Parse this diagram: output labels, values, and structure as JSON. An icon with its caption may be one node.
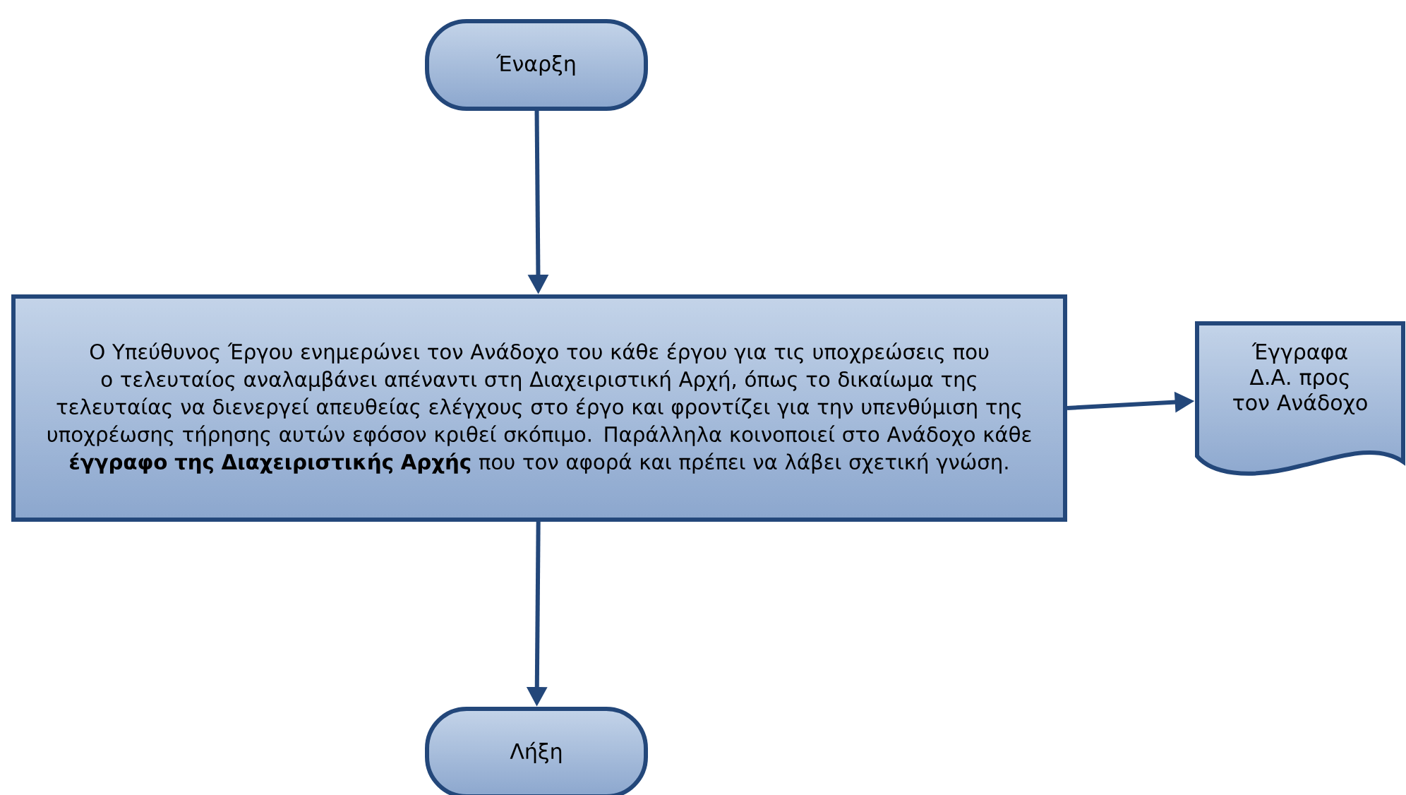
{
  "diagram": {
    "nodes": [
      {
        "text": [
          "Έναρξη"
        ]
      },
      {
        "text": [
          "Ο Υπεύθυνος Έργου ενημερώνει τον Ανάδοχο του κάθε έργου για τις υποχρεώσεις που ο τελευταίος αναλαμβάνει απέναντι στη Διαχειριστική Αρχή, όπως το δικαίωμα της τελευταίας να διενεργεί απευθείας ελέγχους στο έργο και φροντίζει για την υπενθύμιση της υποχρέωσης τήρησης αυτών εφόσον κριθεί σκόπιμο. Παράλληλα κοινοποιεί στο Ανάδοχο κάθε **έγγραφο της Διαχειριστικής Αρχής** που τον αφορά και πρέπει να λάβει σχετική γνώση."
        ]
      },
      {
        "text": [
          "Έγγραφα Δ.Α. προς τον Ανάδοχο"
        ]
      },
      {
        "text": [
          "Λήξη"
        ]
      }
    ],
    "edges": [
      {
        "from": 0,
        "to": 1,
        "arrow": "to"
      },
      {
        "from": 1,
        "to": 2,
        "arrow": "to"
      },
      {
        "from": 1,
        "to": 3,
        "arrow": "to"
      }
    ]
  }
}
